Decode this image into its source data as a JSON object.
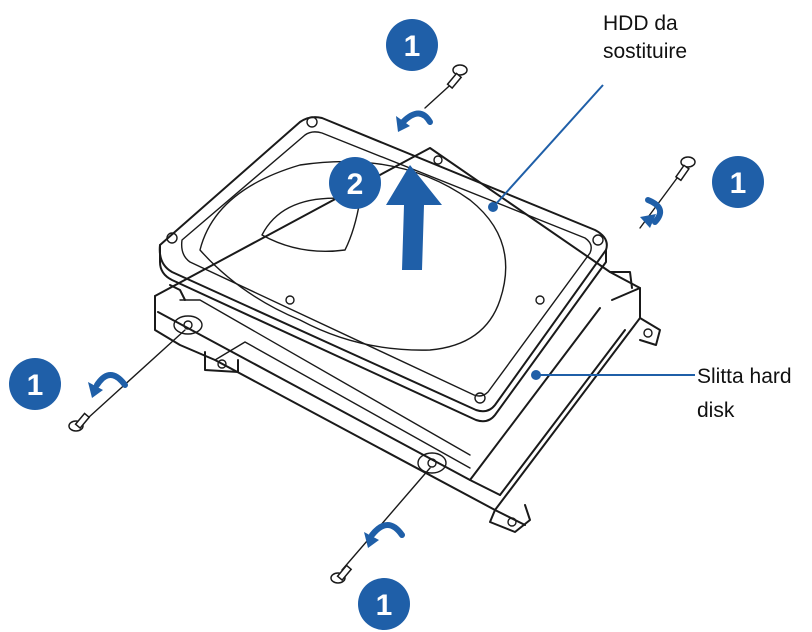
{
  "labels": {
    "hdd_line1": "HDD da",
    "hdd_line2": "sostituire",
    "caddy_line1": "Slitta hard",
    "caddy_line2": "disk"
  },
  "steps": {
    "remove_screws": "1",
    "lift_hdd": "2"
  },
  "colors": {
    "accent": "#1f5fa8",
    "line": "#1a1a1a",
    "background": "#ffffff"
  }
}
